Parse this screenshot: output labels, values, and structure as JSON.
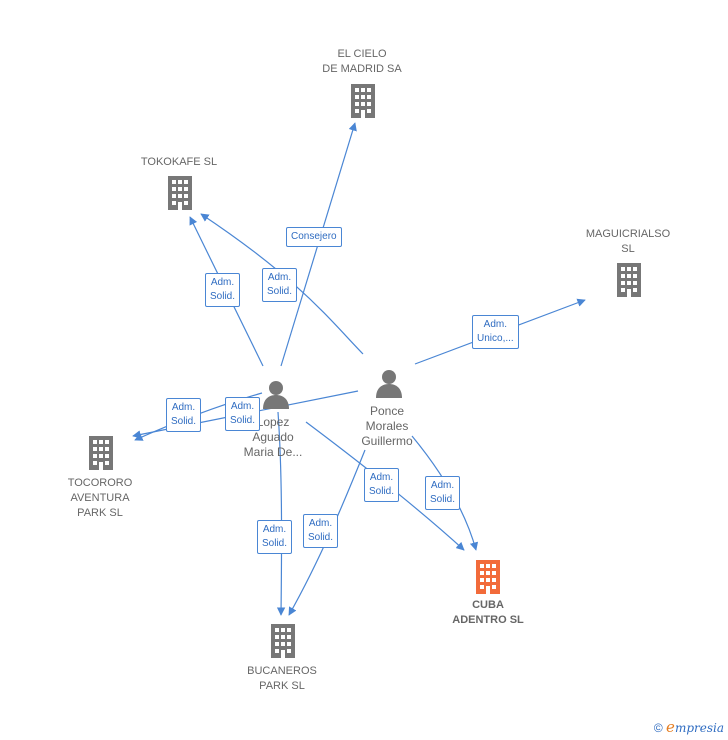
{
  "nodes": {
    "el_cielo": "EL CIELO\nDE MADRID SA",
    "tokokafe": "TOKOKAFE  SL",
    "maguicrialso": "MAGUICRIALSO\nSL",
    "tocororo": "TOCORORO\nAVENTURA\nPARK  SL",
    "bucaneros": "BUCANEROS\nPARK  SL",
    "cuba": "CUBA\nADENTRO  SL",
    "lopez": "Lopez\nAguado\nMaria De...",
    "ponce": "Ponce\nMorales\nGuillermo"
  },
  "edges": {
    "consejero": "Consejero",
    "adm_solid_1": "Adm.\nSolid.",
    "adm_solid_2": "Adm.\nSolid.",
    "adm_unico": "Adm.\nUnico,...",
    "adm_solid_3": "Adm.\nSolid.",
    "adm_solid_4": "Adm.\nSolid.",
    "adm_solid_5": "Adm.\nSolid.",
    "adm_solid_6": "Adm.\nSolid.",
    "adm_solid_7": "Adm.\nSolid.",
    "adm_solid_8": "Adm.\nSolid."
  },
  "colors": {
    "edge": "#4a86d4",
    "company": "#777777",
    "main_company": "#f26b3a",
    "person": "#777777"
  },
  "footer": {
    "copyright": "©",
    "brand_e": "e",
    "brand_rest": "mpresia"
  }
}
